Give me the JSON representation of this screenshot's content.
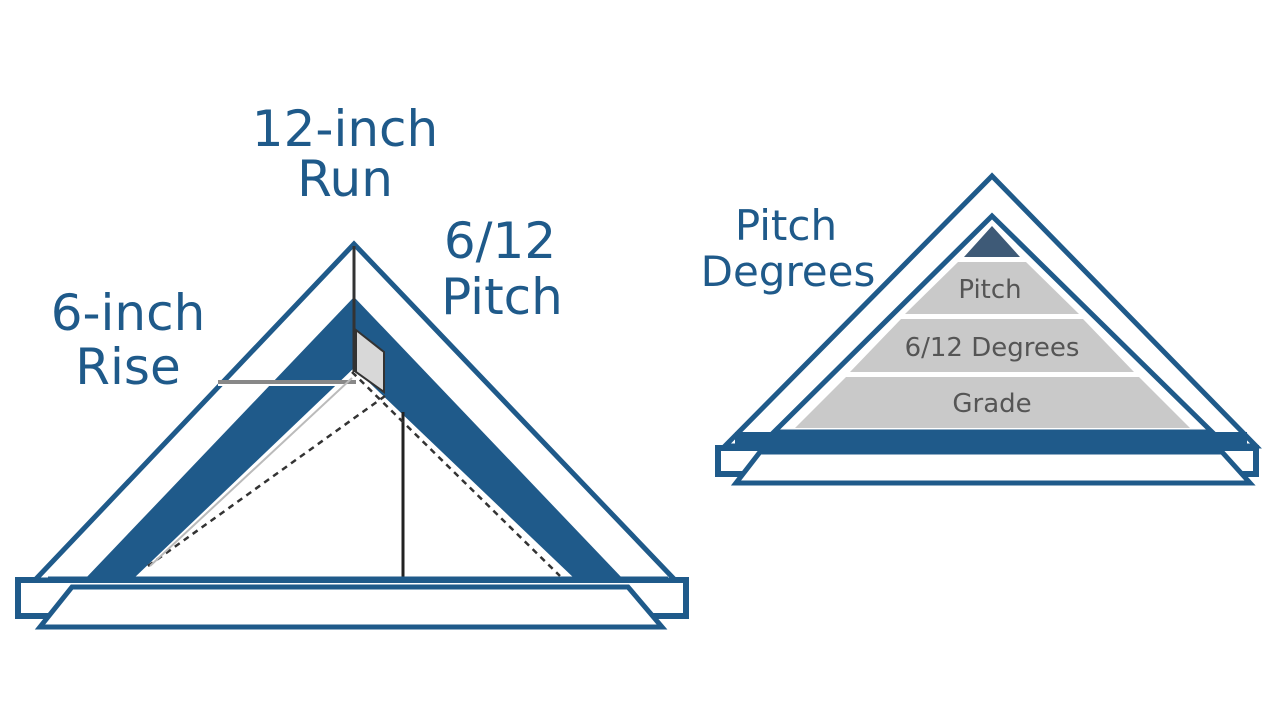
{
  "colors": {
    "primary": "#1f5a8a",
    "band_fill": "#c9c9c9",
    "apex_fill": "#3e5a77",
    "band_text": "#555555",
    "background": "#ffffff"
  },
  "left_diagram": {
    "labels": {
      "run_line1": "12-inch",
      "run_line2": "Run",
      "pitch_line1": "6/12",
      "pitch_line2": "Pitch",
      "rise_line1": "6-inch",
      "rise_line2": "Rise"
    }
  },
  "right_diagram": {
    "labels": {
      "title_line1": "Pitch",
      "title_line2": "Degrees"
    },
    "bands": [
      "Pitch",
      "6/12 Degrees",
      "Grade"
    ]
  }
}
